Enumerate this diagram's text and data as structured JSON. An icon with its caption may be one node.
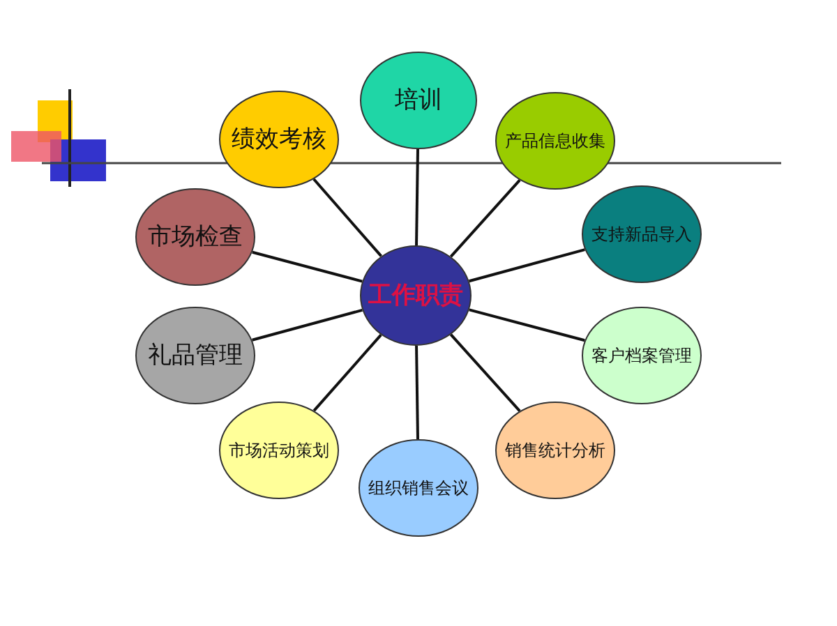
{
  "diagram": {
    "nodes": [
      {
        "text": [
          "工作职责"
        ]
      },
      {
        "text": [
          "培训"
        ]
      },
      {
        "text": [
          "产品信息收集"
        ]
      },
      {
        "text": [
          "支持新品导入"
        ]
      },
      {
        "text": [
          "客户档案管理"
        ]
      },
      {
        "text": [
          "销售统计分析"
        ]
      },
      {
        "text": [
          "组织销售会议"
        ]
      },
      {
        "text": [
          "市场活动策划"
        ]
      },
      {
        "text": [
          "礼品管理"
        ]
      },
      {
        "text": [
          "市场检查"
        ]
      },
      {
        "text": [
          "绩效考核"
        ]
      }
    ],
    "edges": [
      {
        "from": 0,
        "to": 1,
        "arrow": "none"
      },
      {
        "from": 0,
        "to": 2,
        "arrow": "none"
      },
      {
        "from": 0,
        "to": 3,
        "arrow": "none"
      },
      {
        "from": 0,
        "to": 4,
        "arrow": "none"
      },
      {
        "from": 0,
        "to": 5,
        "arrow": "none"
      },
      {
        "from": 0,
        "to": 6,
        "arrow": "none"
      },
      {
        "from": 0,
        "to": 7,
        "arrow": "none"
      },
      {
        "from": 0,
        "to": 8,
        "arrow": "none"
      },
      {
        "from": 0,
        "to": 9,
        "arrow": "none"
      },
      {
        "from": 0,
        "to": 10,
        "arrow": "none"
      }
    ]
  }
}
